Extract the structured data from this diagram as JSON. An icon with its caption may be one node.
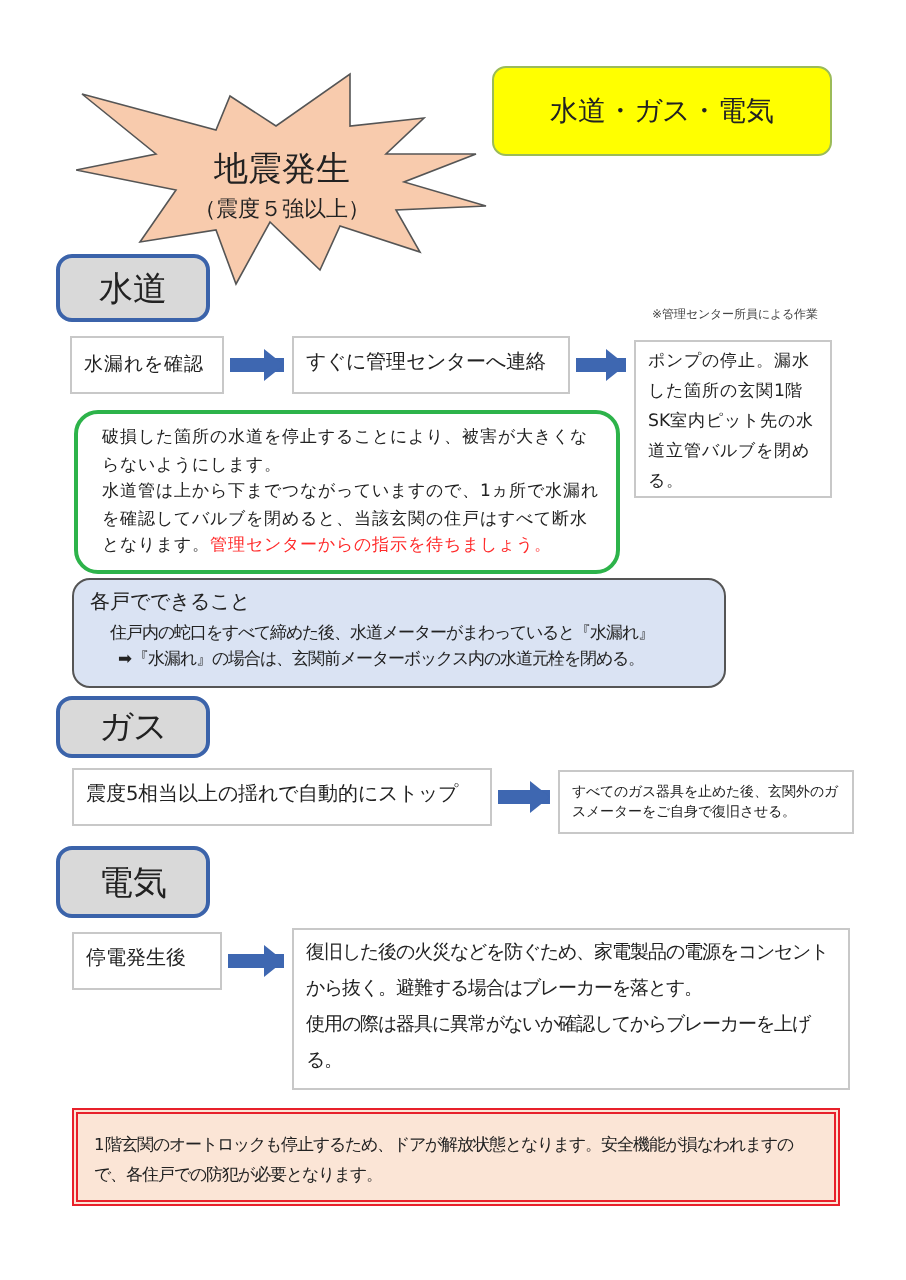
{
  "diagram": {
    "nodes": [
      {
        "text": [
          "地震発生",
          "（震度５強以上）"
        ]
      },
      {
        "text": [
          "水道・ガス・電気"
        ]
      },
      {
        "text": [
          "水道"
        ]
      },
      {
        "text": [
          "水漏れを確認"
        ]
      },
      {
        "text": [
          "すぐに管理センターへ連絡"
        ]
      },
      {
        "text": [
          "ポンプの停止。漏水した箇所の玄関1階SK室内ピット先の水道立管バルブを閉める。"
        ],
        "beside": [
          "※管理センター所員による作業"
        ]
      },
      {
        "text": [
          "破損した箇所の水道を停止することにより、被害が大きくならないようにします。",
          "水道管は上から下までつながっていますので、1ヵ所で水漏れを確認してバルブを閉めると、当該玄関の住戸はすべて断水となります。",
          "管理センターからの指示を待ちましょう。"
        ]
      },
      {
        "text": [
          "各戸でできること",
          "住戸内の蛇口をすべて締めた後、水道メーターがまわっていると『水漏れ』",
          "➡『水漏れ』の場合は、玄関前メーターボックス内の水道元栓を閉める。"
        ]
      },
      {
        "text": [
          "ガス"
        ]
      },
      {
        "text": [
          "震度5相当以上の揺れで自動的にストップ"
        ]
      },
      {
        "text": [
          "すべてのガス器具を止めた後、玄関外のガスメーターをご自身で復旧させる。"
        ]
      },
      {
        "text": [
          "電気"
        ]
      },
      {
        "text": [
          "停電発生後"
        ]
      },
      {
        "text": [
          "復旧した後の火災などを防ぐため、家電製品の電源をコンセントから抜く。避難する場合はブレーカーを落とす。",
          "使用の際は器具に異常がないか確認してからブレーカーを上げる。"
        ]
      },
      {
        "text": [
          "1階玄関のオートロックも停止するため、ドアが解放状態となります。安全機能が損なわれますので、各住戸での防犯が必要となります。"
        ]
      }
    ],
    "edges": [
      {
        "from": 3,
        "to": 4,
        "arrow": "to"
      },
      {
        "from": 4,
        "to": 5,
        "arrow": "to"
      },
      {
        "from": 9,
        "to": 10,
        "arrow": "to"
      },
      {
        "from": 12,
        "to": 13,
        "arrow": "to"
      }
    ]
  }
}
